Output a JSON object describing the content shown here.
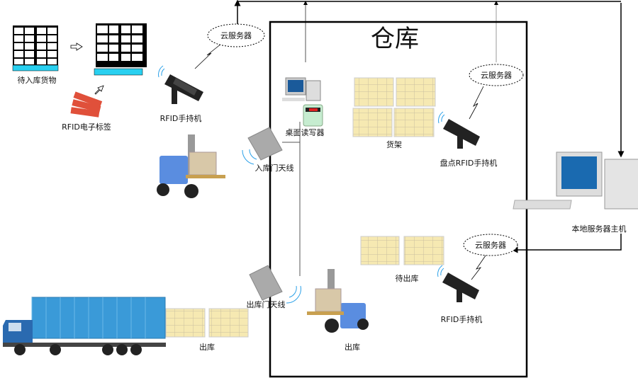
{
  "title": "仓库",
  "labels": {
    "incoming_goods": "待入库货物",
    "rfid_tag": "RFID电子标签",
    "handheld_in": "RFID手持机",
    "cloud_in": "云服务器",
    "entry_antenna": "入库门天线",
    "desktop_reader": "桌面读写器",
    "shelf": "货架",
    "cloud_shelf": "云服务器",
    "inventory_handheld": "盘点RFID手持机",
    "local_server": "本地服务器主机",
    "cloud_out": "云服务器",
    "pending_out": "待出库",
    "handheld_out": "RFID手持机",
    "exit_antenna": "出库门天线",
    "outbound_truck": "出库",
    "outbound_forklift": "出库"
  },
  "colors": {
    "pallet": "#29d0f0",
    "box": "#f6e9b2",
    "wave": "#2aa0e8",
    "truck": "#3a9ad8"
  }
}
